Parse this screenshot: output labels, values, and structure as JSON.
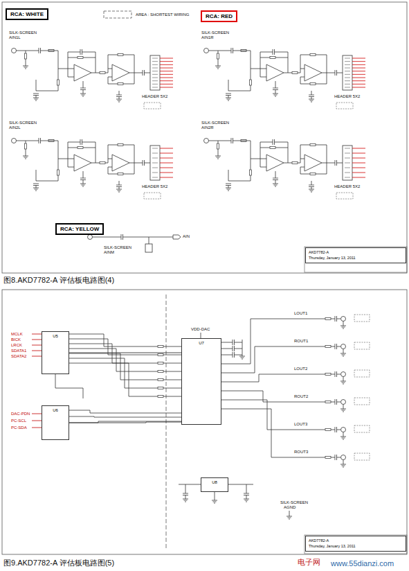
{
  "diagram": {
    "caption": "图8.AKD7782-A 评估板电路图(4)",
    "nodes": [
      {
        "text": [
          "RCA: WHITE"
        ]
      },
      {
        "text": [
          "RCA: RED"
        ]
      },
      {
        "text": [
          "RCA: YELLOW"
        ]
      },
      {
        "text": [
          "U5"
        ]
      },
      {
        "text": [
          "U6"
        ]
      },
      {
        "text": [
          "U7"
        ]
      },
      {
        "text": [
          "U8"
        ]
      },
      {
        "text": [
          "AKD7782-A",
          "Thursday, January 13, 2011"
        ]
      },
      {
        "text": [
          "AKD7782-A",
          "Thursday, January 13, 2011"
        ]
      }
    ],
    "edges": [
      {
        "from": 3,
        "to": 5,
        "arrow": "none"
      },
      {
        "from": 4,
        "to": 5,
        "arrow": "none"
      }
    ],
    "labels": [
      "SILK-SCREEN",
      "AIN1L",
      "SILK-SCREEN",
      "AIN1R",
      "SILK-SCREEN",
      "AIN2L",
      "SILK-SCREEN",
      "AIN2R",
      "HEADER 5X2",
      "HEADER 5X2",
      "HEADER 5X2",
      "HEADER 5X2",
      "SILK-SCREEN",
      "AINM",
      "AIN",
      "图9.AKD7782-A 评估板电路图(5)",
      "MCLK",
      "BICK",
      "LRCK",
      "SDATA1",
      "SDATA2",
      "DAC-PDN",
      "PC-SCL",
      "PC-SDA",
      "VDD-DAC",
      "LOUT1",
      "ROUT1",
      "LOUT2",
      "ROUT2",
      "LOUT3",
      "ROUT3",
      "SILK-SCREEN",
      "AGND",
      "www.55dianzi.com",
      "电子网"
    ],
    "legend": [
      {
        "text": "AREA : SHORTEST WIRING"
      }
    ]
  }
}
